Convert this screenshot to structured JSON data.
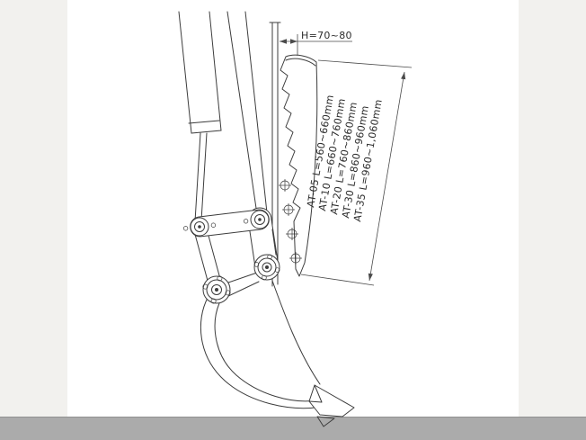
{
  "colors": {
    "page_bg": "#f2f1ee",
    "canvas_bg": "#ffffff",
    "bottom_bar": "#ababab",
    "line": "#3c3c3c",
    "dim": "#4a4a4a"
  },
  "diagram": {
    "h_dimension_label": "H=70~80",
    "spec_labels": [
      "AT-35 L=960~1,060mm",
      "AT-30 L=860~960mm",
      "AT-20 L=760~860mm",
      "AT-10 L=660~760mm",
      "AT-05 L=560~660mm"
    ]
  }
}
